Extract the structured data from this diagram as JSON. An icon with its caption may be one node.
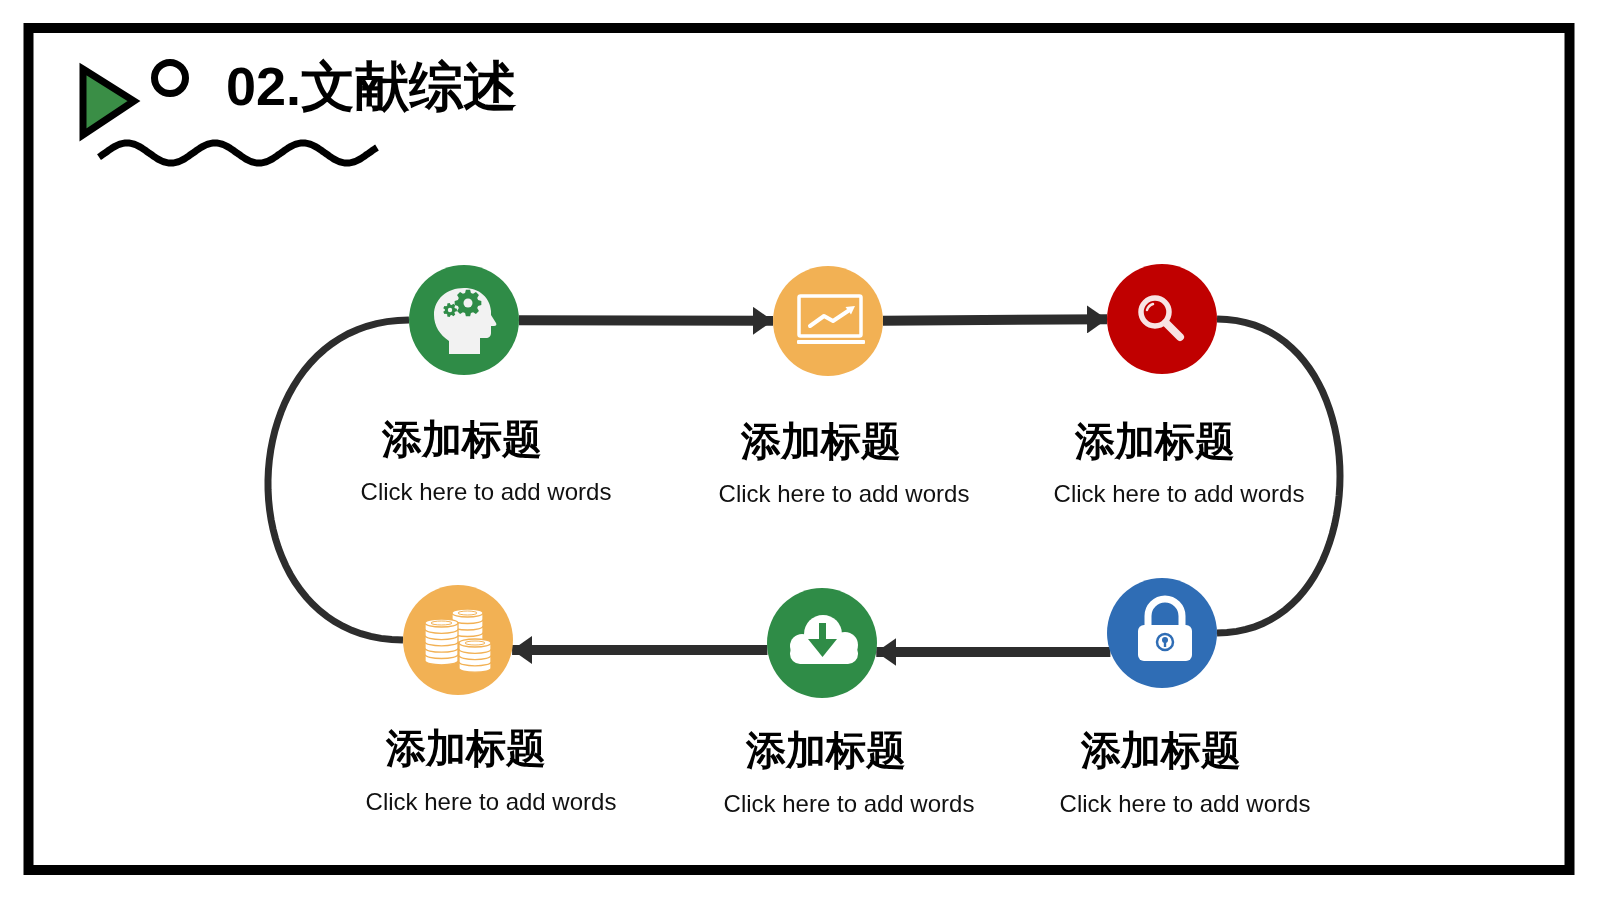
{
  "diagram": {
    "title": "02.文献综述",
    "nodes": [
      {
        "text": [
          "添加标题",
          "Click here to add words"
        ]
      },
      {
        "text": [
          "添加标题",
          "Click here to add words"
        ]
      },
      {
        "text": [
          "添加标题",
          "Click here to add words"
        ]
      },
      {
        "text": [
          "添加标题",
          "Click here to add words"
        ]
      },
      {
        "text": [
          "添加标题",
          "Click here to add words"
        ]
      },
      {
        "text": [
          "添加标题",
          "Click here to add words"
        ]
      }
    ],
    "edges": [
      {
        "from": 0,
        "to": 1,
        "arrow": "to"
      },
      {
        "from": 1,
        "to": 2,
        "arrow": "to"
      },
      {
        "from": 2,
        "to": 5,
        "arrow": "none"
      },
      {
        "from": 5,
        "to": 4,
        "arrow": "to"
      },
      {
        "from": 4,
        "to": 3,
        "arrow": "to"
      },
      {
        "from": 3,
        "to": 0,
        "arrow": "none"
      }
    ]
  }
}
